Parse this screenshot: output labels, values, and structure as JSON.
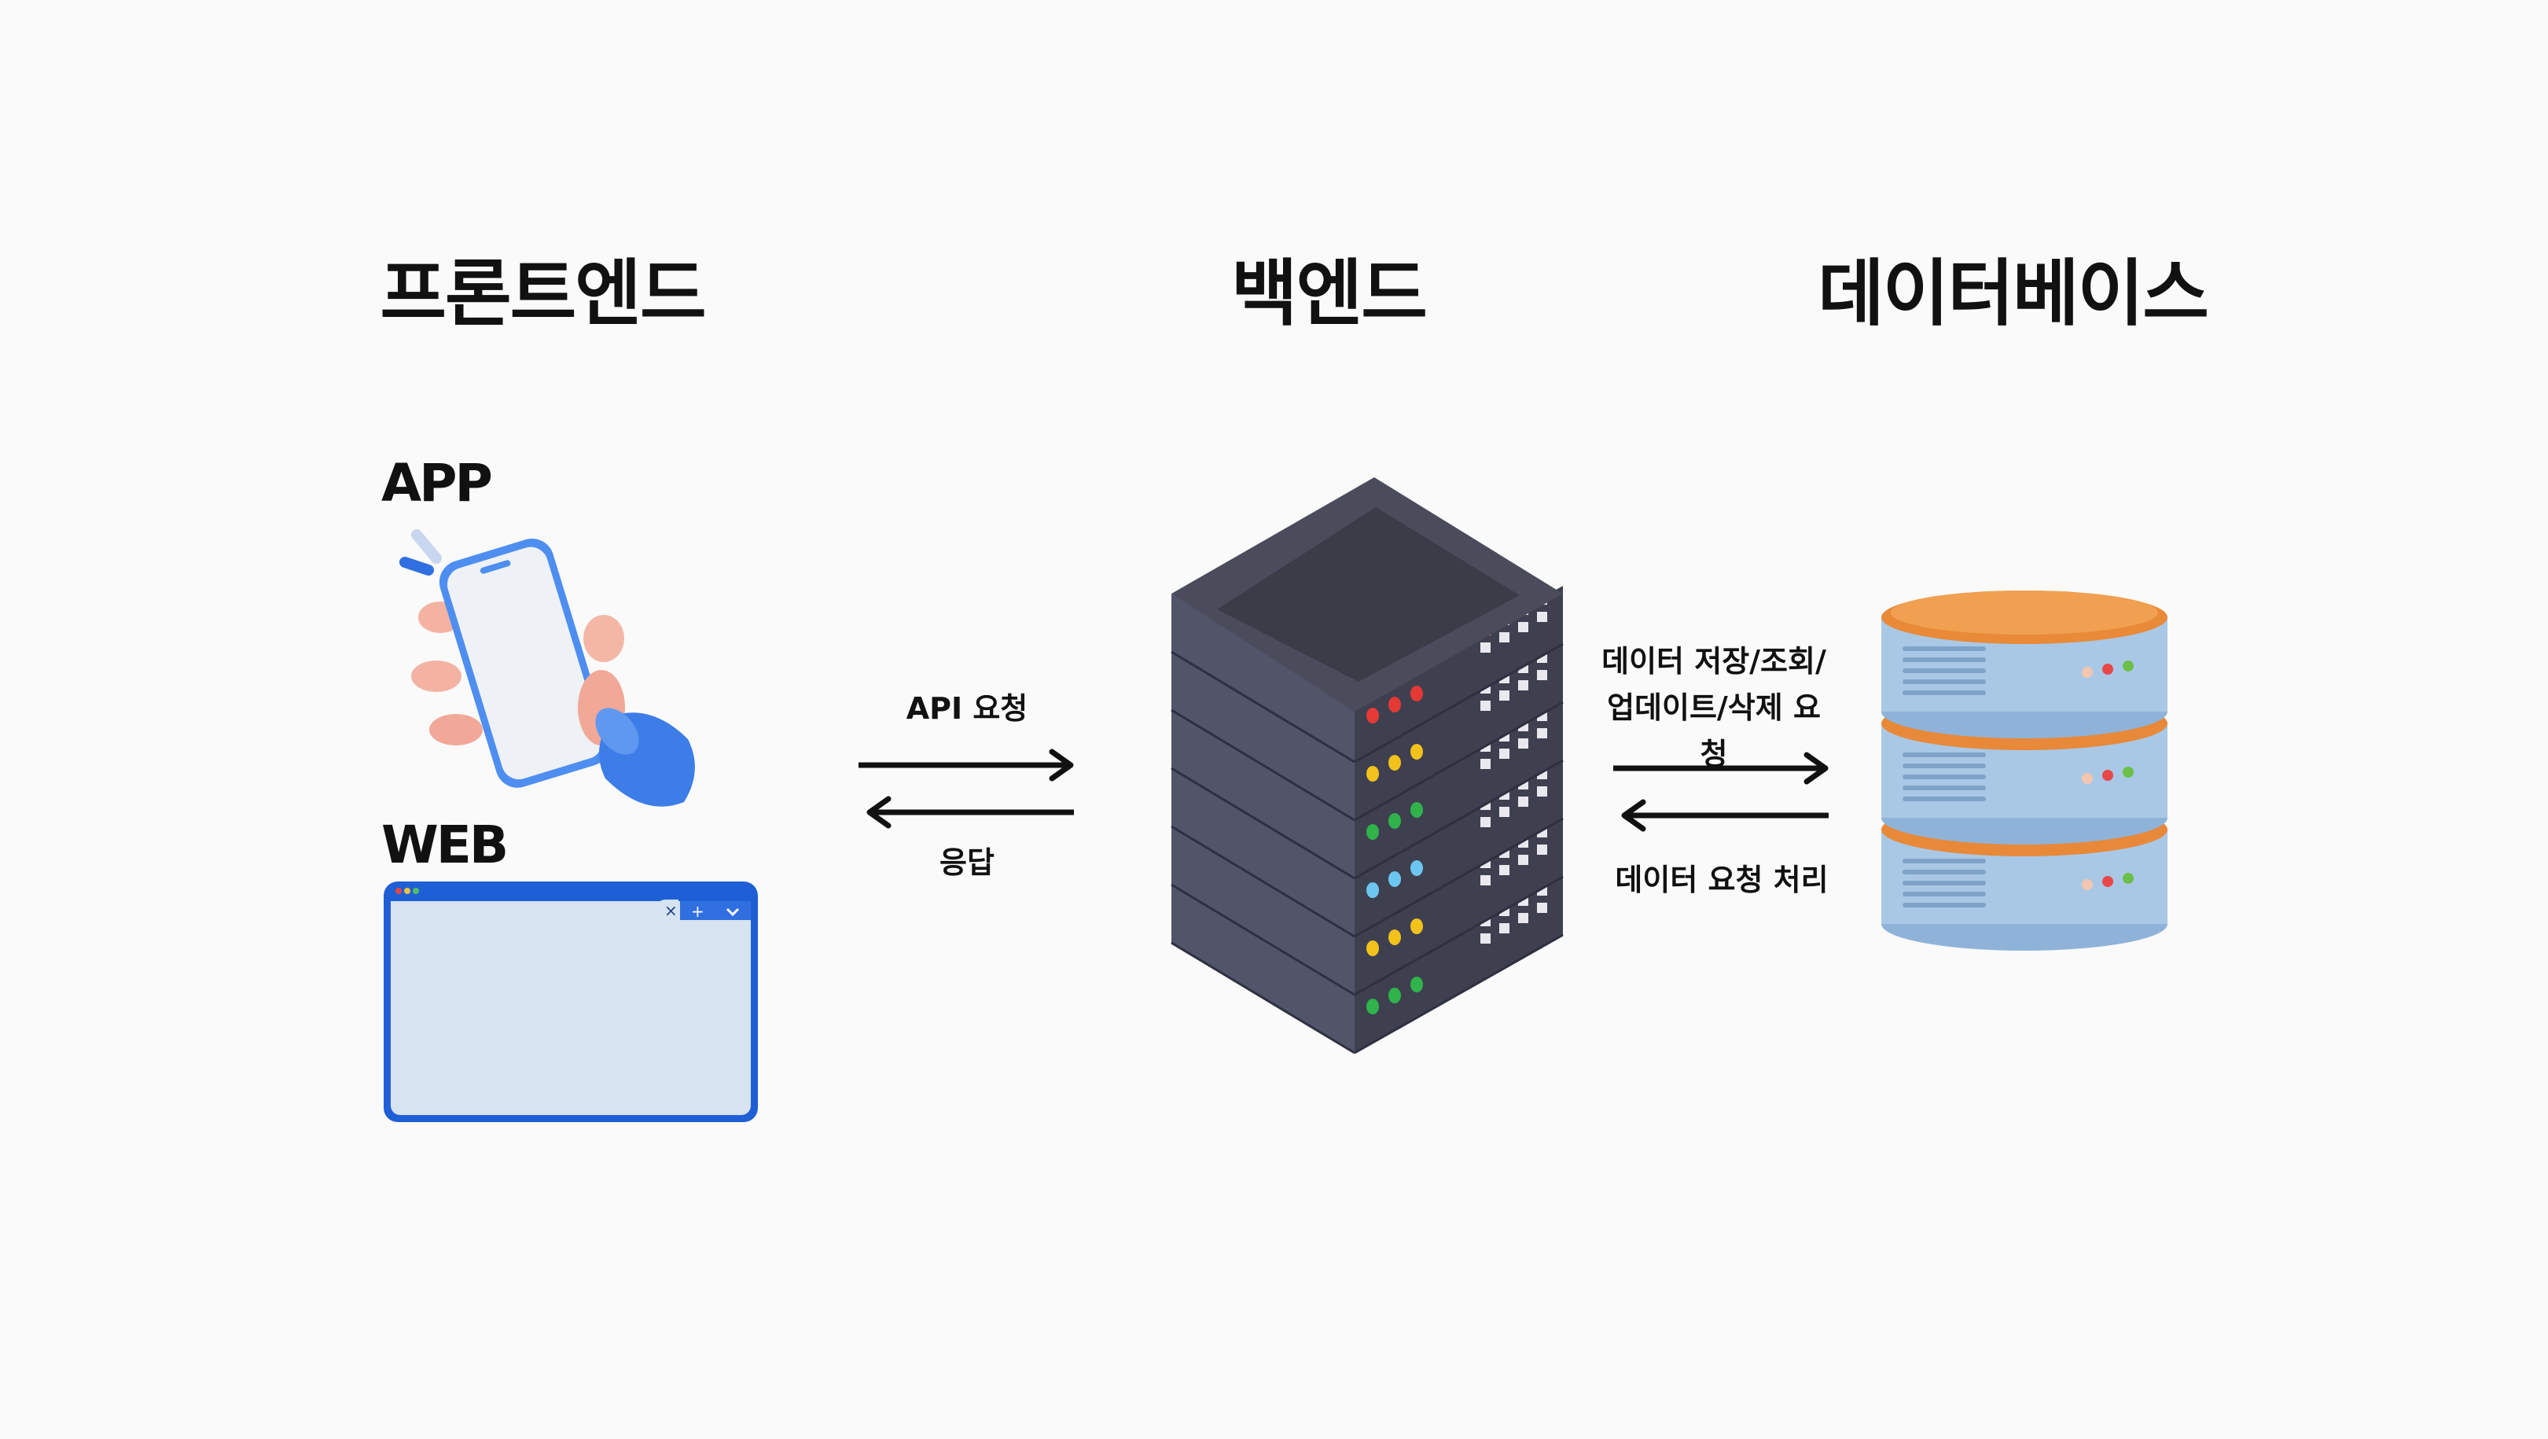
{
  "headings": {
    "frontend": "프론트엔드",
    "backend": "백엔드",
    "database": "데이터베이스"
  },
  "frontend": {
    "app_label": "APP",
    "web_label": "WEB"
  },
  "api_arrows": {
    "request_label": "API 요청",
    "response_label": "응답"
  },
  "db_arrows": {
    "request_label": "데이터 저장/조회/업데이트/삭제 요청",
    "response_label": "데이터 요청 처리"
  },
  "icons": {
    "phone": "phone-in-hand-icon",
    "browser": "browser-window-icon",
    "server": "server-rack-icon",
    "database": "database-stack-icon"
  },
  "colors": {
    "accent_blue": "#2f6fe0",
    "server_body": "#4a4c5c",
    "database_body": "#a9c8e6",
    "database_top": "#e88a38",
    "background": "#fafafa"
  }
}
